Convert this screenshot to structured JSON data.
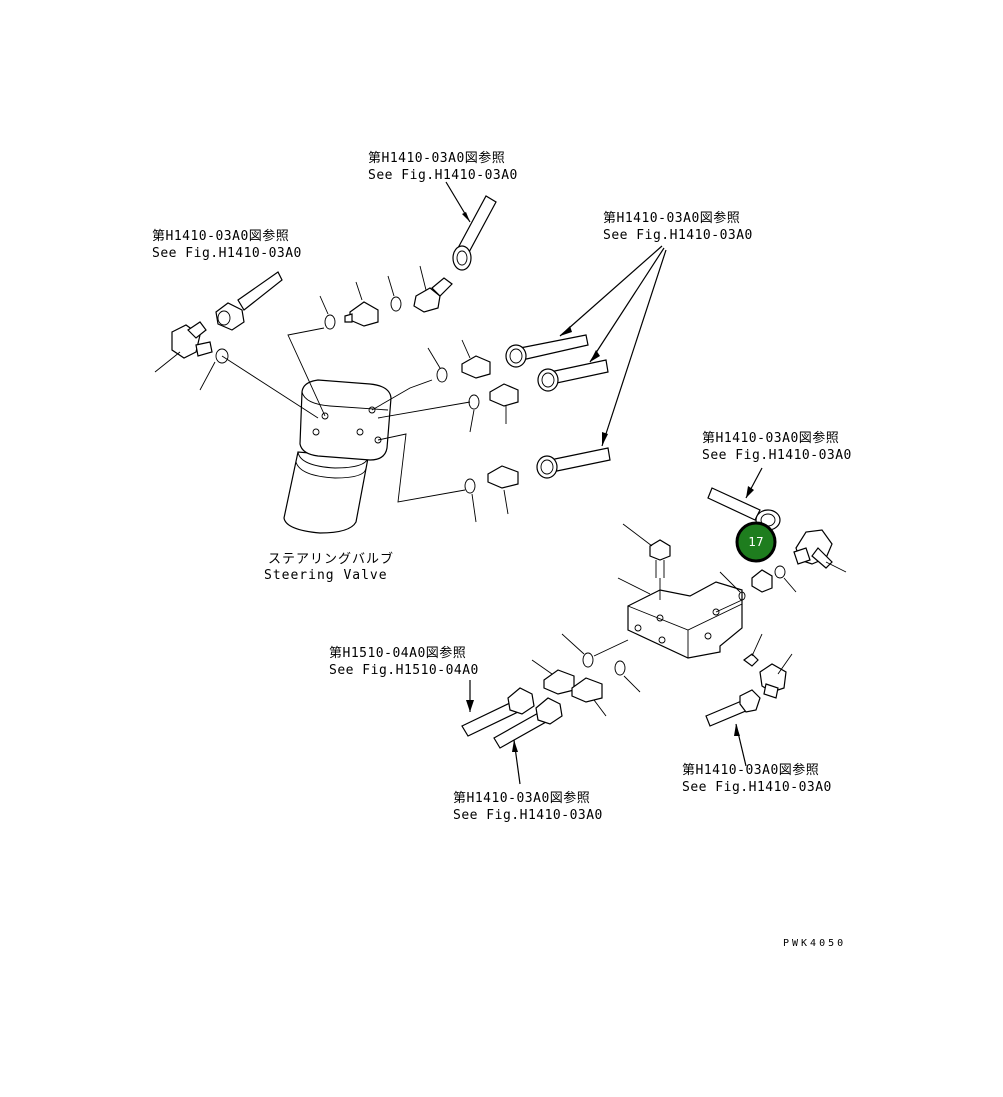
{
  "references": {
    "top_center": {
      "jp": "第H1410-03A0図参照",
      "en": "See Fig.H1410-03A0"
    },
    "top_left": {
      "jp": "第H1410-03A0図参照",
      "en": "See Fig.H1410-03A0"
    },
    "top_right": {
      "jp": "第H1410-03A0図参照",
      "en": "See Fig.H1410-03A0"
    },
    "mid_right": {
      "jp": "第H1410-03A0図参照",
      "en": "See Fig.H1410-03A0"
    },
    "lower_left": {
      "jp": "第H1510-04A0図参照",
      "en": "See Fig.H1510-04A0"
    },
    "bottom_center": {
      "jp": "第H1410-03A0図参照",
      "en": "See Fig.H1410-03A0"
    },
    "bottom_right": {
      "jp": "第H1410-03A0図参照",
      "en": "See Fig.H1410-03A0"
    }
  },
  "component_label": {
    "jp": "ステアリングバルブ",
    "en": "Steering Valve"
  },
  "callout": {
    "number": "17",
    "color": "#1e7d1e"
  },
  "drawing_code": "PWK4050"
}
